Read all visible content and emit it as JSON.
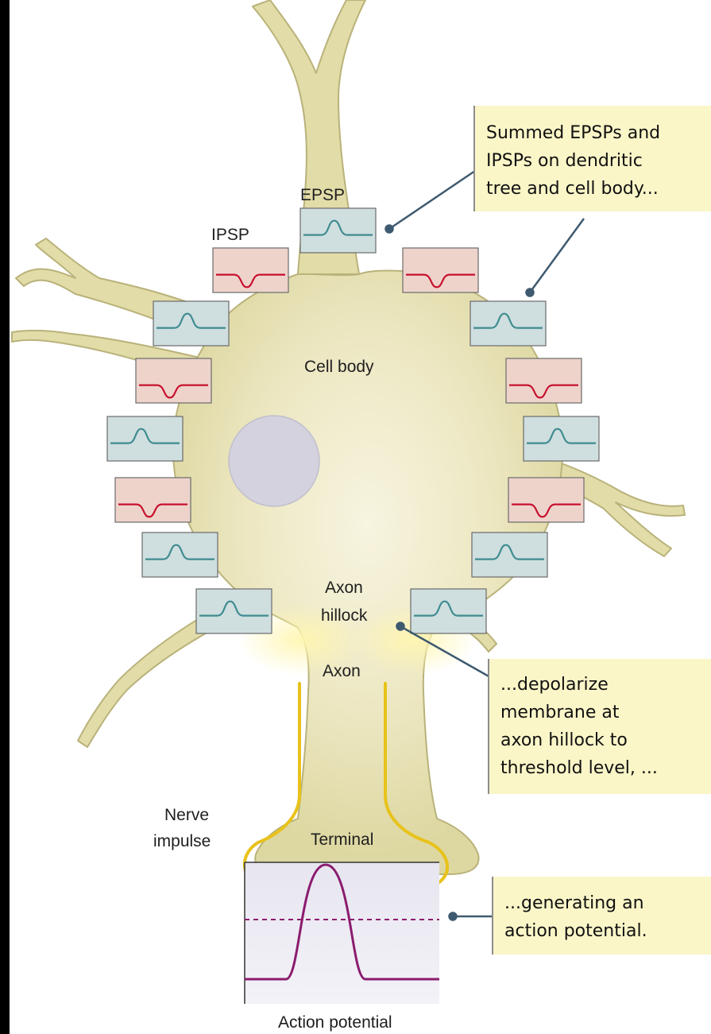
{
  "labels": {
    "epsp": "EPSP",
    "ipsp": "IPSP",
    "cell_body": "Cell body",
    "axon_hillock_line1": "Axon",
    "axon_hillock_line2": "hillock",
    "axon": "Axon",
    "terminal": "Terminal",
    "nerve_impulse_line1": "Nerve",
    "nerve_impulse_line2": "impulse",
    "action_potential": "Action potential"
  },
  "callouts": {
    "summed": [
      "Summed EPSPs and",
      "IPSPs on dendritic",
      "tree and cell body..."
    ],
    "depolarize": [
      "...depolarize",
      "membrane at",
      "axon hillock to",
      "threshold level, ..."
    ],
    "generating": [
      "...generating an",
      "action potential."
    ]
  },
  "colors": {
    "background": "#000000",
    "neuron_fill": "#e2dca8",
    "neuron_stroke": "#b9b27a",
    "nucleus": "#d4d2de",
    "epsp_box": "#cfdedf",
    "epsp_trace": "#3e8c90",
    "ipsp_box": "#eed3cb",
    "ipsp_trace": "#c8102e",
    "impulse_arrow": "#e8c21a",
    "callout_fill": "#fbf6c8",
    "callout_edge": "#8d8d8d",
    "pointer": "#3e5a70",
    "ap_trace": "#8b1c6e"
  },
  "potentials": [
    {
      "id": "top",
      "type": "EPSP"
    },
    {
      "id": "upper-left",
      "type": "IPSP"
    },
    {
      "id": "upper-right",
      "type": "IPSP"
    },
    {
      "id": "left-1",
      "type": "EPSP"
    },
    {
      "id": "right-1",
      "type": "EPSP"
    },
    {
      "id": "left-2",
      "type": "IPSP"
    },
    {
      "id": "right-2",
      "type": "IPSP"
    },
    {
      "id": "left-3",
      "type": "EPSP"
    },
    {
      "id": "right-3",
      "type": "EPSP"
    },
    {
      "id": "left-4",
      "type": "IPSP"
    },
    {
      "id": "right-4",
      "type": "IPSP"
    },
    {
      "id": "left-5",
      "type": "EPSP"
    },
    {
      "id": "right-5",
      "type": "EPSP"
    },
    {
      "id": "left-6",
      "type": "EPSP"
    },
    {
      "id": "right-6",
      "type": "EPSP"
    }
  ]
}
